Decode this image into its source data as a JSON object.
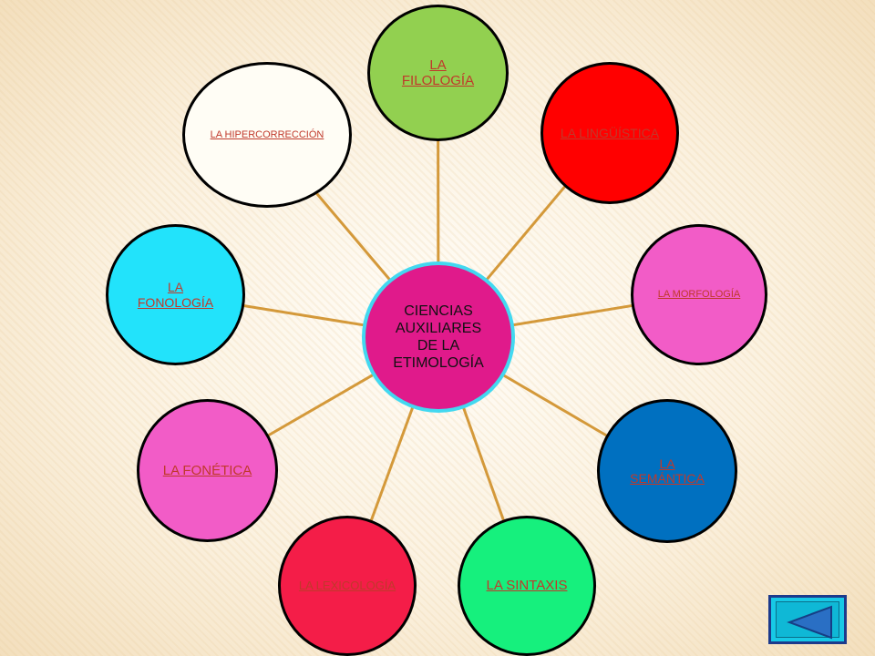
{
  "center": {
    "label": "CIENCIAS AUXILIARES DE LA ETIMOLOGÍA"
  },
  "nodes": [
    {
      "id": "filologia",
      "label": "LA FILOLOGÍA",
      "fill": "#92d050",
      "text_color": "#c0392b"
    },
    {
      "id": "linguistica",
      "label": "LA LINGÜÍSTICA",
      "fill": "#ff0000",
      "text_color": "#c0392b"
    },
    {
      "id": "morfologia",
      "label": "LA MORFOLOGÍA",
      "fill": "#f25cc7",
      "text_color": "#c0392b"
    },
    {
      "id": "semantica",
      "label": "LA SEMÁNTICA",
      "fill": "#0070c0",
      "text_color": "#c0392b"
    },
    {
      "id": "sintaxis",
      "label": "LA SINTAXIS",
      "fill": "#16f07d",
      "text_color": "#c0392b"
    },
    {
      "id": "lexicologia",
      "label": "LA LEXICOLOGÍA",
      "fill": "#f41d48",
      "text_color": "#c0392b"
    },
    {
      "id": "fonetica",
      "label": "LA FONÉTICA",
      "fill": "#f25cc7",
      "text_color": "#c0392b"
    },
    {
      "id": "fonologia",
      "label": "LA FONOLOGÍA",
      "fill": "#22e3fb",
      "text_color": "#c0392b"
    },
    {
      "id": "hipercorreccion",
      "label": "LA HIPERCORRECCIÓN",
      "fill": "#fffdf5",
      "text_color": "#c0392b"
    }
  ],
  "colors": {
    "connector": "#d4993a",
    "center_fill": "#e01a8b",
    "center_ring": "#42d8f0"
  },
  "back_button": {
    "icon": "back-triangle-icon"
  }
}
